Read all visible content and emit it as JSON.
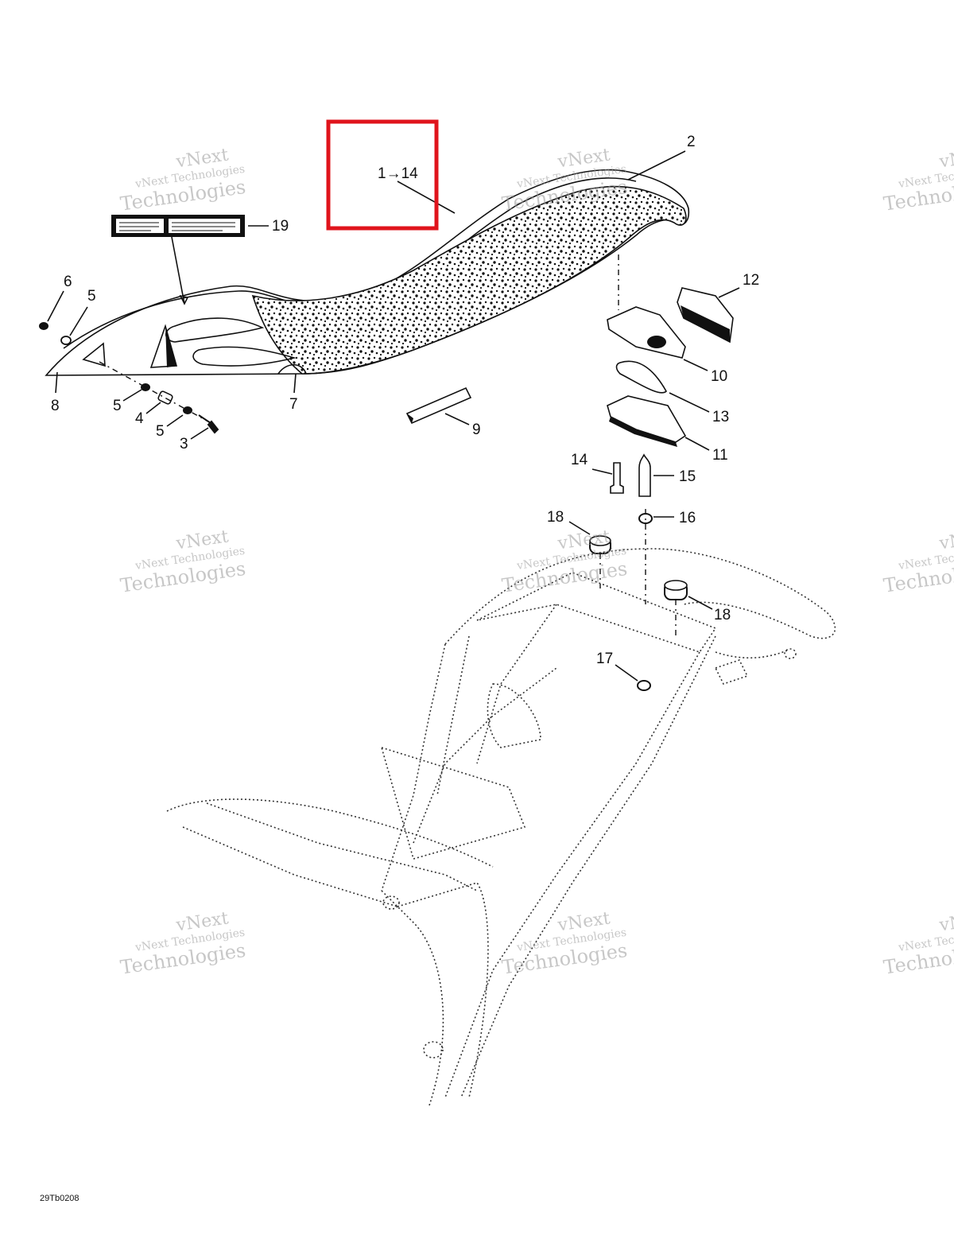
{
  "diagram": {
    "highlight_label": "1→14",
    "drawing_code": "29Tb0208",
    "highlight_color": "#e0141c",
    "callouts": [
      {
        "id": "c2",
        "text": "2"
      },
      {
        "id": "c19",
        "text": "19"
      },
      {
        "id": "c6",
        "text": "6"
      },
      {
        "id": "c5a",
        "text": "5"
      },
      {
        "id": "c12",
        "text": "12"
      },
      {
        "id": "c10",
        "text": "10"
      },
      {
        "id": "c8",
        "text": "8"
      },
      {
        "id": "c5b",
        "text": "5"
      },
      {
        "id": "c7",
        "text": "7"
      },
      {
        "id": "c4",
        "text": "4"
      },
      {
        "id": "c5c",
        "text": "5"
      },
      {
        "id": "c3",
        "text": "3"
      },
      {
        "id": "c9",
        "text": "9"
      },
      {
        "id": "c13",
        "text": "13"
      },
      {
        "id": "c11",
        "text": "11"
      },
      {
        "id": "c14",
        "text": "14"
      },
      {
        "id": "c15",
        "text": "15"
      },
      {
        "id": "c16",
        "text": "16"
      },
      {
        "id": "c18a",
        "text": "18"
      },
      {
        "id": "c18b",
        "text": "18"
      },
      {
        "id": "c17",
        "text": "17"
      }
    ]
  },
  "watermark": {
    "line1": "vNext",
    "line2": "vNext Technologies",
    "line3": "Technologies"
  }
}
